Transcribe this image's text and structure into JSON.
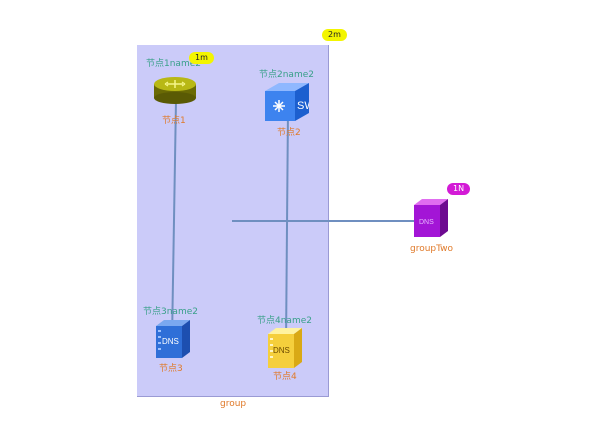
{
  "group": {
    "label": "group",
    "badge": "2m",
    "fill": "#cbcbf9"
  },
  "nodes": [
    {
      "id": "node1",
      "label": "节点1",
      "name2": "节点1name2",
      "badge": "1m",
      "icon": "router-icon"
    },
    {
      "id": "node2",
      "label": "节点2",
      "name2": "节点2name2",
      "icon": "switch-icon",
      "icon_text": "SW"
    },
    {
      "id": "node3",
      "label": "节点3",
      "name2": "节点3name2",
      "icon": "dns-server-icon",
      "icon_text": "DNS"
    },
    {
      "id": "node4",
      "label": "节点4",
      "name2": "节点4name2",
      "icon": "dns-server-icon",
      "icon_text": "DNS"
    }
  ],
  "group_two": {
    "label": "groupTwo",
    "badge": "1N",
    "icon": "group-two-icon",
    "icon_text": "DNS"
  },
  "colors": {
    "link": "#6f8fc0",
    "label": "#e07a2a",
    "name2": "#3aa08a"
  }
}
